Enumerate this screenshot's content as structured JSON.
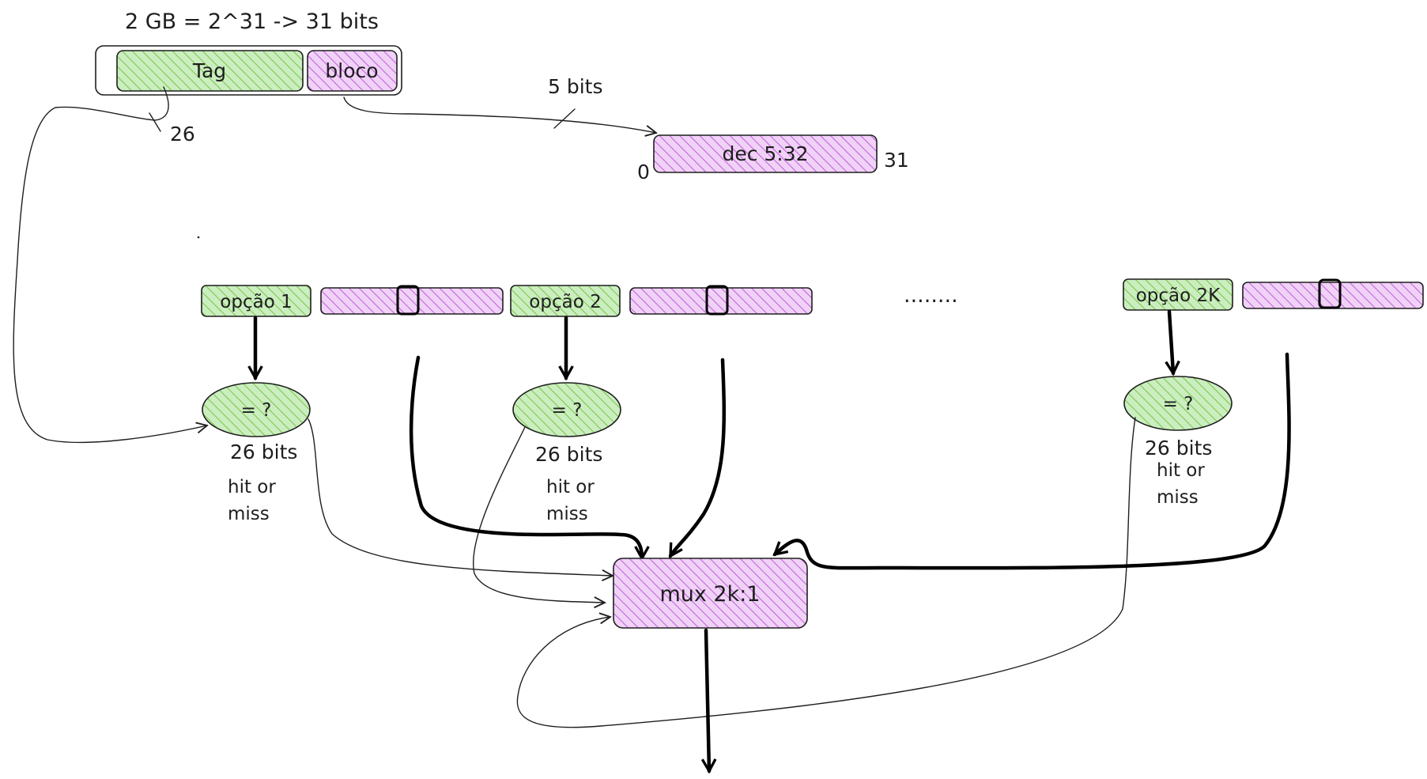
{
  "diagram": {
    "header": "2 GB = 2^31 -> 31 bits",
    "address": {
      "tag_label": "Tag",
      "block_label": "bloco"
    },
    "tag_width_label": "26",
    "block_width_label": "5 bits",
    "decoder": {
      "label": "dec 5:32",
      "left_index": "0",
      "right_index": "31"
    },
    "options": [
      {
        "label": "opção 1",
        "compare": "= ?",
        "width": "26 bits",
        "result_line1": "hit or",
        "result_line2": "miss"
      },
      {
        "label": "opção 2",
        "compare": "= ?",
        "width": "26 bits",
        "result_line1": "hit or",
        "result_line2": "miss"
      },
      {
        "label": "opção 2K",
        "compare": "= ?",
        "width": "26 bits",
        "result_line1": "hit or",
        "result_line2": "miss"
      }
    ],
    "ellipsis": "........",
    "mux_label": "mux 2k:1",
    "colors": {
      "tag_fill": "#b2f2bb",
      "tag_hatch": "#8fd14f",
      "block_fill": "#eebefa",
      "block_hatch": "#c266dd",
      "ink": "#1e1e1e"
    }
  }
}
